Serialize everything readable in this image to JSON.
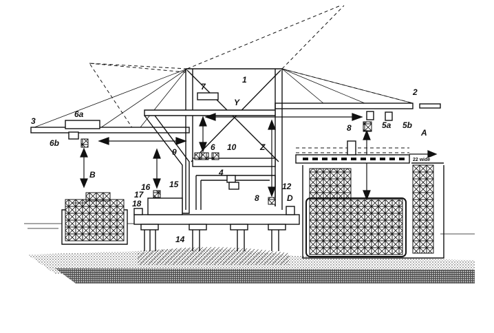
{
  "figure": {
    "labels": {
      "l1": "1",
      "l2": "2",
      "l3": "3",
      "l4": "4",
      "l5a": "5a",
      "l5b": "5b",
      "l6": "6",
      "l6a": "6a",
      "l6b": "6b",
      "l7": "7",
      "l8a": "8",
      "l8b": "8",
      "l9": "9",
      "l10": "10",
      "l12": "12",
      "l14": "14",
      "l15": "15",
      "l16": "16",
      "l17": "17",
      "l18": "18",
      "lA": "A",
      "lB": "B",
      "lD": "D",
      "lY": "Y",
      "lZ": "Z"
    },
    "ship_note": "22 wide"
  }
}
